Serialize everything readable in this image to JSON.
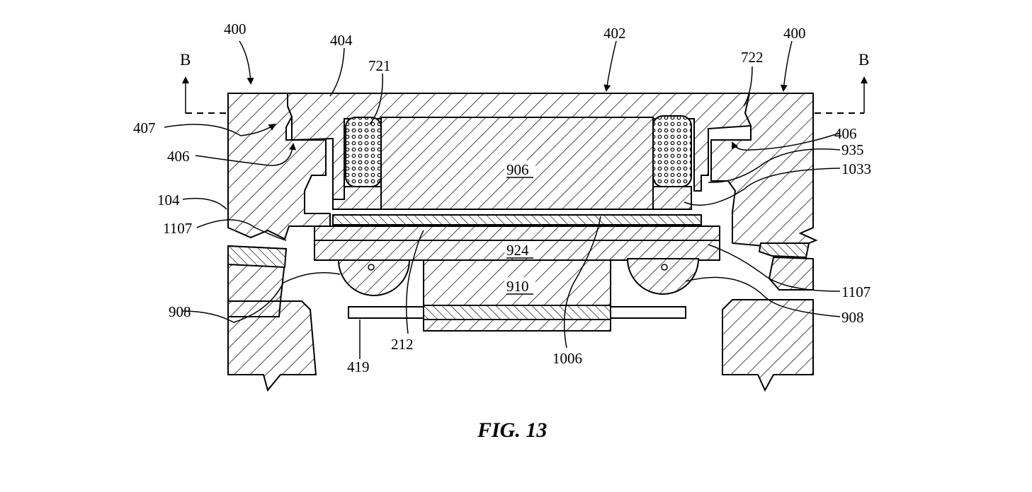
{
  "figure": {
    "caption": "FIG. 13",
    "section_markers": {
      "left": "B",
      "right": "B"
    },
    "labels": {
      "l400_left": "400",
      "l400_right": "400",
      "l402": "402",
      "l404": "404",
      "l721": "721",
      "l722": "722",
      "l407": "407",
      "l406_left": "406",
      "l406_right": "406",
      "l935": "935",
      "l1033": "1033",
      "l104": "104",
      "l1107_left": "1107",
      "l1107_right": "1107",
      "l906": "906",
      "l924": "924",
      "l910": "910",
      "l908_left": "908",
      "l908_right": "908",
      "l212": "212",
      "l419": "419",
      "l1006": "1006"
    }
  }
}
